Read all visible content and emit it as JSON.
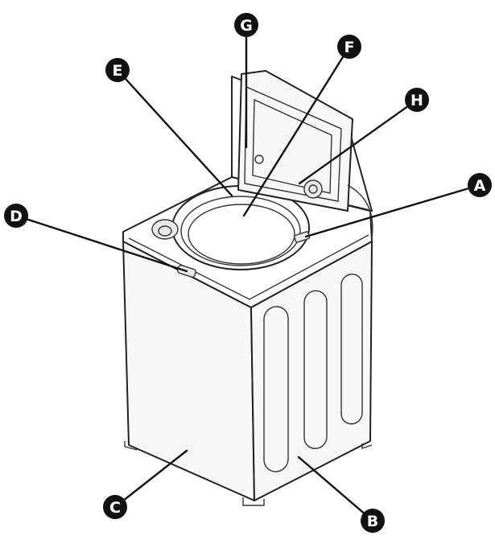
{
  "diagram": {
    "callouts": [
      {
        "id": "A",
        "label": "A"
      },
      {
        "id": "B",
        "label": "B"
      },
      {
        "id": "C",
        "label": "C"
      },
      {
        "id": "D",
        "label": "D"
      },
      {
        "id": "E",
        "label": "E"
      },
      {
        "id": "F",
        "label": "F"
      },
      {
        "id": "G",
        "label": "G"
      },
      {
        "id": "H",
        "label": "H"
      }
    ]
  },
  "colors": {
    "callout_fill": "#111111",
    "callout_text": "#ffffff",
    "line_art": "#222222"
  }
}
